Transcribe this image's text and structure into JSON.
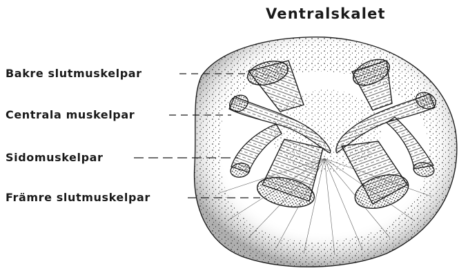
{
  "title": "Ventralskalet",
  "labels": {
    "posterior_adductors": "Bakre slutmuskelpar",
    "central_muscles": "Centrala muskelpar",
    "lateral_muscles": "Sidomuskelpar",
    "anterior_adductors": "Främre slutmuskelpar"
  },
  "colors": {
    "ink": "#1a1a1a",
    "background": "#ffffff"
  }
}
